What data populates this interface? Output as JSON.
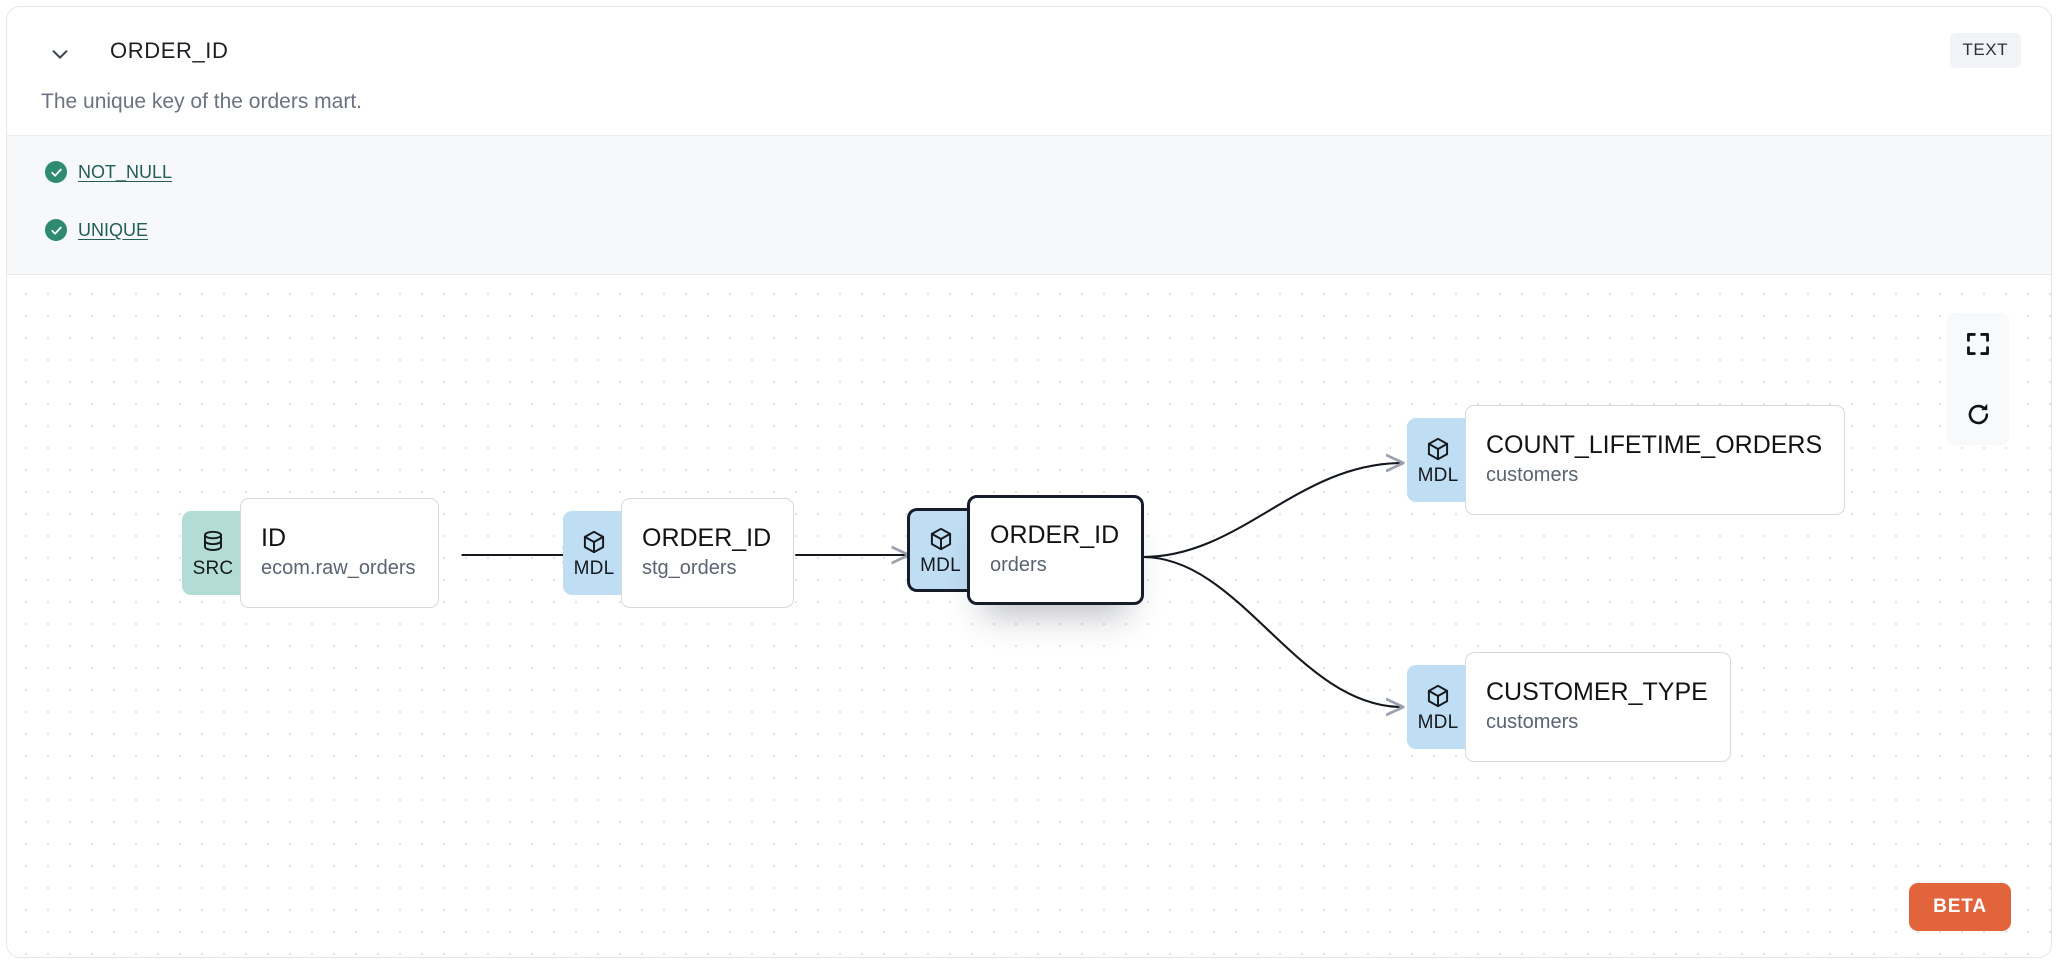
{
  "header": {
    "chevron_icon": "chevron-down-icon",
    "column_name": "ORDER_ID",
    "description": "The unique key of the orders mart.",
    "type_badge": "TEXT"
  },
  "tests": {
    "items": [
      {
        "label": "NOT_NULL",
        "status_icon": "check-circle-icon",
        "status": "passed"
      },
      {
        "label": "UNIQUE",
        "status_icon": "check-circle-icon",
        "status": "passed"
      }
    ]
  },
  "lineage": {
    "nodes": [
      {
        "kind": "SRC",
        "kind_icon": "database-icon",
        "name": "ID",
        "model": "ecom.raw_orders",
        "selected": false
      },
      {
        "kind": "MDL",
        "kind_icon": "cube-icon",
        "name": "ORDER_ID",
        "model": "stg_orders",
        "selected": false
      },
      {
        "kind": "MDL",
        "kind_icon": "cube-icon",
        "name": "ORDER_ID",
        "model": "orders",
        "selected": true
      },
      {
        "kind": "MDL",
        "kind_icon": "cube-icon",
        "name": "COUNT_LIFETIME_ORDERS",
        "model": "customers",
        "selected": false
      },
      {
        "kind": "MDL",
        "kind_icon": "cube-icon",
        "name": "CUSTOMER_TYPE",
        "model": "customers",
        "selected": false
      }
    ],
    "controls": [
      {
        "name": "fit-view-button",
        "icon": "fullscreen-icon"
      },
      {
        "name": "refresh-button",
        "icon": "refresh-icon"
      }
    ],
    "beta_label": "BETA"
  },
  "colors": {
    "src_badge": "#b3dcd7",
    "mdl_badge": "#bfddf3",
    "test_pass": "#2e8b6f",
    "test_link": "#215e57",
    "beta": "#e2643d",
    "selected_border": "#161c29"
  }
}
